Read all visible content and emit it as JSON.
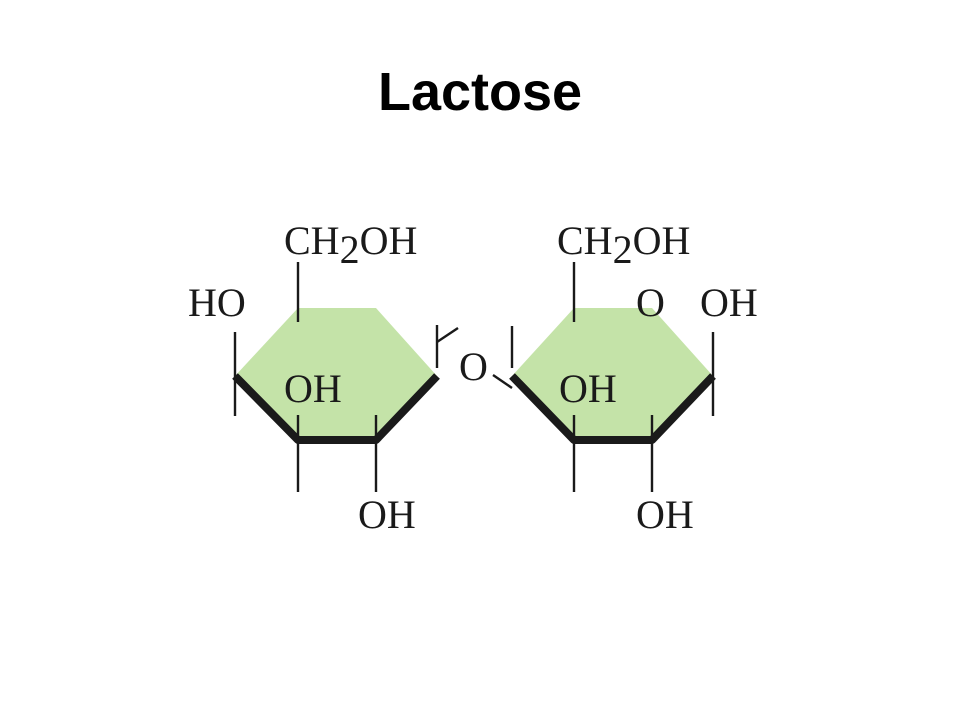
{
  "title": "Lactose",
  "colors": {
    "ring_fill": "#c4e3a8",
    "bond": "#1a1a1a",
    "text": "#1a1a1a"
  },
  "left_ring": {
    "ch2oh_main": "CH",
    "ch2oh_sub": "2",
    "ch2oh_tail": "OH",
    "ho_label": "HO",
    "oh_inner": "OH",
    "oh_bottom": "OH"
  },
  "bridge": {
    "oxygen": "O"
  },
  "right_ring": {
    "ch2oh_main": "CH",
    "ch2oh_sub": "2",
    "ch2oh_tail": "OH",
    "ring_oxygen": "O",
    "oh_top_right": "OH",
    "oh_inner": "OH",
    "oh_bottom": "OH"
  }
}
